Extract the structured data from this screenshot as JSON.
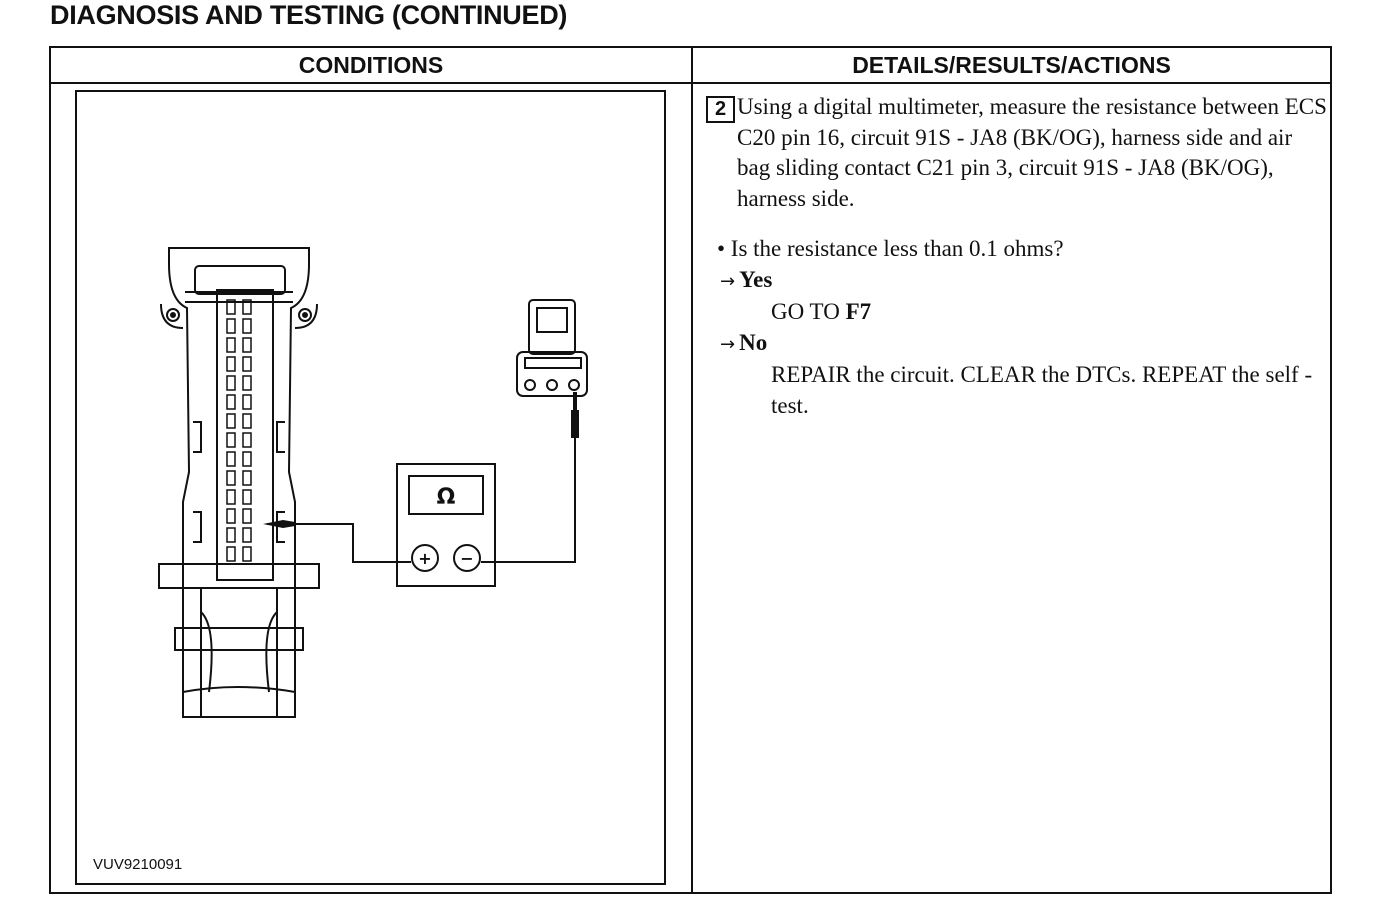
{
  "page": {
    "title": "DIAGNOSIS AND TESTING (CONTINUED)"
  },
  "table": {
    "headers": {
      "conditions": "CONDITIONS",
      "details": "DETAILS/RESULTS/ACTIONS"
    }
  },
  "figure": {
    "code": "VUV9210091",
    "meter_symbol": "Ω",
    "plus_symbol": "+",
    "minus_symbol": "−"
  },
  "step": {
    "number": "2",
    "instruction": "Using a digital multimeter, measure the resistance between ECS C20 pin 16, circuit 91S - JA8 (BK/OG), harness side and air bag sliding contact C21 pin 3, circuit 91S - JA8 (BK/OG), harness side.",
    "question": "• Is the resistance less than 0.1 ohms?",
    "answers": {
      "yes": {
        "arrow": "→",
        "label": "Yes",
        "action_text": "GO TO ",
        "action_ref": "F7"
      },
      "no": {
        "arrow": "→",
        "label": "No",
        "action_text": "REPAIR the circuit. CLEAR the DTCs. REPEAT the self - test."
      }
    }
  }
}
